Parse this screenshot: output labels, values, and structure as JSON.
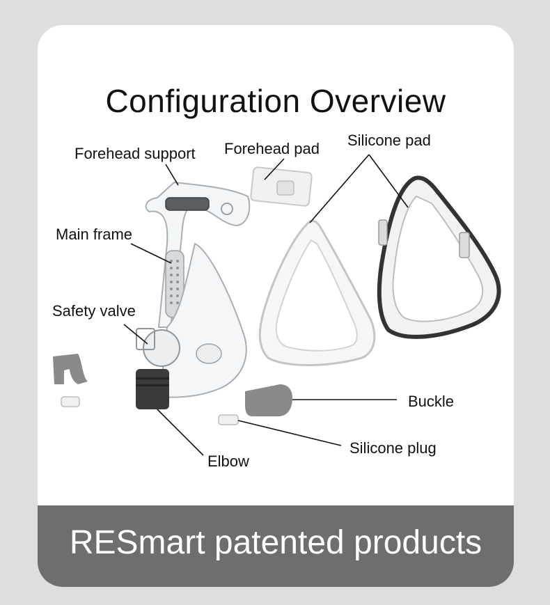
{
  "header": {
    "title": "Configuration Overview"
  },
  "labels": {
    "forehead_support": "Forehead support",
    "forehead_pad": "Forehead pad",
    "silicone_pad": "Silicone pad",
    "main_frame": "Main frame",
    "safety_valve": "Safety valve",
    "buckle": "Buckle",
    "silicone_plug": "Silicone plug",
    "elbow": "Elbow"
  },
  "footer": {
    "text": "RESmart patented products"
  },
  "colors": {
    "background": "#dedede",
    "card": "#ffffff",
    "footer": "#6e6e6e",
    "footer_text": "#ffffff",
    "part_dark": "#3a3a3a",
    "part_grey": "#8a8a8a"
  }
}
